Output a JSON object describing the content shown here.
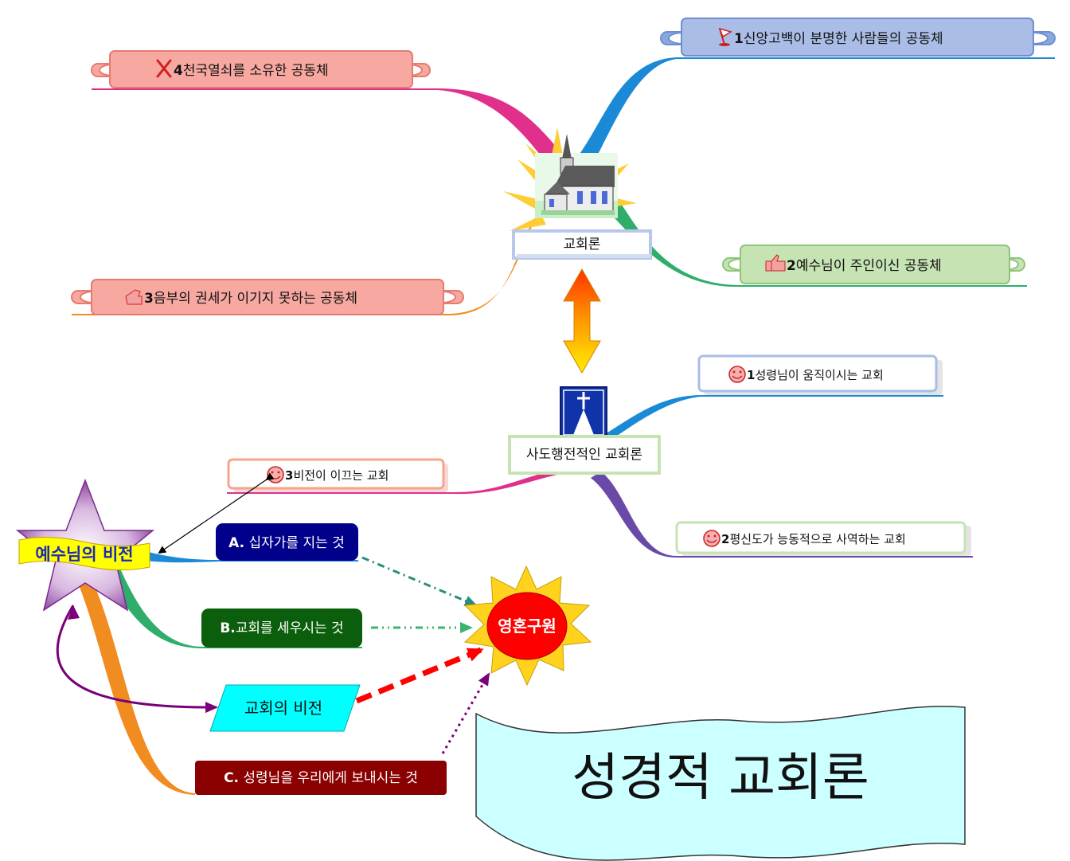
{
  "church_topics": {
    "center": "교회론",
    "topic1": {
      "num": "1",
      "text": "신앙고백이 분명한 사람들의 공동체",
      "icon": "flag-icon"
    },
    "topic2": {
      "num": "2",
      "text": "예수님이 주인이신 공동체",
      "icon": "thumbs-up-icon"
    },
    "topic3": {
      "num": "3",
      "text": "음부의 권세가 이기지 못하는 공동체",
      "icon": "pointing-hand-icon"
    },
    "topic4": {
      "num": "4",
      "text": "천국열쇠를 소유한 공동체",
      "icon": "tools-icon"
    }
  },
  "apostolic": {
    "center": "사도행전적인 교회론",
    "item1": {
      "num": "1",
      "text": "성령님이 움직이시는 교회",
      "icon": "smiley-icon"
    },
    "item2": {
      "num": "2",
      "text": "평신도가 능동적으로 사역하는 교회",
      "icon": "smiley-icon"
    },
    "item3": {
      "num": "3",
      "text": "비전이 이끄는 교회",
      "icon": "smiley-icon"
    }
  },
  "vision": {
    "center": "예수님의 비전",
    "a": {
      "prefix": "A.",
      "text": " 십자가를 지는 것"
    },
    "b": {
      "prefix": "B.",
      "text": "교회를 세우시는 것"
    },
    "c": {
      "prefix": "C.",
      "text": " 성령님을 우리에게 보내시는 것"
    },
    "church_vision": "교회의 비전",
    "salvation": "영혼구원"
  },
  "title": "성경적 교회론",
  "colors": {
    "topic1": "#a9bde6",
    "topic2": "#c6e3b3",
    "topic34": "#f7a8a0",
    "a_box": "#00008b",
    "b_box": "#0b5e0b",
    "c_box": "#8b0000",
    "church_vision": "#00ffff",
    "salvation": "#ff0000",
    "sun": "#ffd21e",
    "banner": "#ccffff"
  }
}
